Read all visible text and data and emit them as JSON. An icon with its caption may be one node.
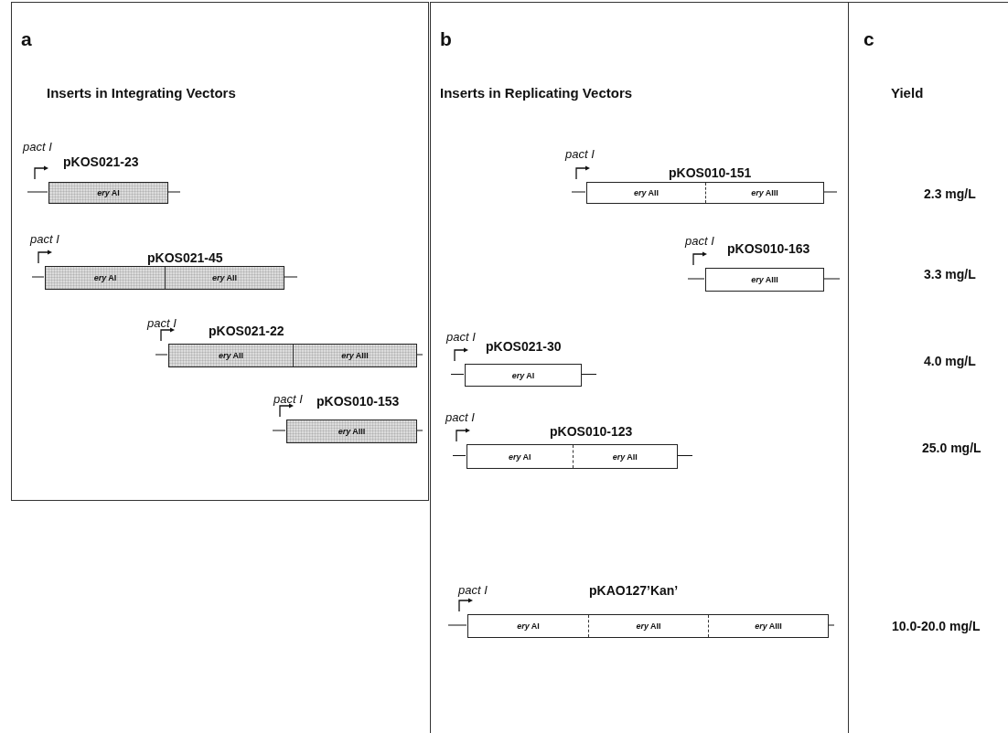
{
  "diagram": {
    "nodes": [
      {
        "text": [
          "a",
          "Inserts in Integrating Vectors"
        ]
      },
      {
        "text": [],
        "shape": "box",
        "in": 0,
        "beside": [
          "pact I",
          "pKOS021-23"
        ]
      },
      {
        "text": [
          "*ery* AI"
        ],
        "in": 1
      },
      {
        "text": [],
        "shape": "box",
        "in": 0,
        "beside": [
          "pact I",
          "pKOS021-45"
        ]
      },
      {
        "text": [
          "*ery* AI"
        ],
        "in": 3
      },
      {
        "text": [
          "*ery* AII"
        ],
        "in": 3
      },
      {
        "text": [],
        "shape": "box",
        "in": 0,
        "beside": [
          "pact I",
          "pKOS021-22"
        ]
      },
      {
        "text": [
          "*ery* AII"
        ],
        "in": 6
      },
      {
        "text": [
          "*ery* AIII"
        ],
        "in": 6
      },
      {
        "text": [],
        "shape": "box",
        "in": 0,
        "beside": [
          "pact I",
          "pKOS010-153"
        ]
      },
      {
        "text": [
          "*ery* AIII"
        ],
        "in": 9
      },
      {
        "text": [
          "b",
          "Inserts in Replicating Vectors"
        ]
      },
      {
        "text": [],
        "shape": "box",
        "in": 11,
        "beside": [
          "pact I",
          "pKOS010-151"
        ]
      },
      {
        "text": [
          "*ery* AII"
        ],
        "in": 12
      },
      {
        "text": [
          "*ery* AIII"
        ],
        "in": 12
      },
      {
        "text": [],
        "shape": "box",
        "in": 11,
        "beside": [
          "pact I",
          "pKOS010-163"
        ]
      },
      {
        "text": [
          "*ery* AIII"
        ],
        "in": 15
      },
      {
        "text": [],
        "shape": "box",
        "in": 11,
        "beside": [
          "pact I",
          "pKOS021-30"
        ]
      },
      {
        "text": [
          "*ery* AI"
        ],
        "in": 17
      },
      {
        "text": [],
        "shape": "box",
        "in": 11,
        "beside": [
          "pact I",
          "pKOS010-123"
        ]
      },
      {
        "text": [
          "*ery* AI"
        ],
        "in": 19
      },
      {
        "text": [
          "*ery* AII"
        ],
        "in": 19
      },
      {
        "text": [],
        "shape": "box",
        "in": 11,
        "beside": [
          "pact I",
          "pKAO127’Kan’"
        ]
      },
      {
        "text": [
          "*ery* AI"
        ],
        "in": 22
      },
      {
        "text": [
          "*ery* AII"
        ],
        "in": 22
      },
      {
        "text": [
          "*ery* AIII"
        ],
        "in": 22
      },
      {
        "text": [
          "c",
          "Yield"
        ]
      }
    ],
    "labels": [
      "2.3 mg/L",
      "3.3 mg/L",
      "4.0 mg/L",
      "25.0 mg/L",
      "10.0-20.0 mg/L"
    ]
  }
}
